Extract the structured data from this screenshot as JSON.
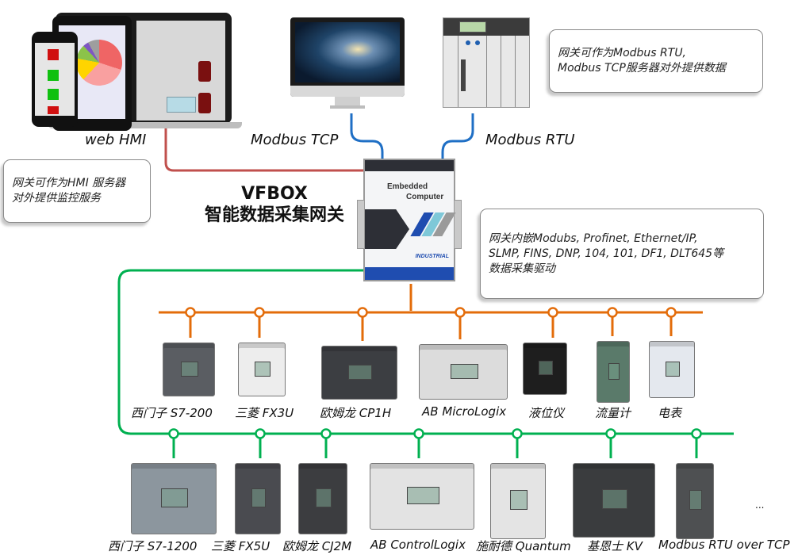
{
  "title": {
    "line1": "VFBOX",
    "line2": "智能数据采集网关"
  },
  "gateway": {
    "label1": "Embedded",
    "label2": "Computer",
    "brand": "INDUSTRIAL"
  },
  "top": {
    "web_hmi_label": "web HMI",
    "modbus_tcp_label": "Modbus TCP",
    "modbus_rtu_label": "Modbus RTU"
  },
  "callouts": {
    "server": [
      "网关可作为Modbus RTU,",
      "Modbus TCP服务器对外提供数据"
    ],
    "hmi": [
      "网关可作为HMI 服务器",
      "对外提供监控服务"
    ],
    "drivers": [
      "网关内嵌Modubs, Profinet, Ethernet/IP,",
      "SLMP, FINS, DNP, 104, 101, DF1, DLT645等",
      "数据采集驱动"
    ]
  },
  "colors": {
    "hmi_line": "#c0504d",
    "modbus_line": "#1f6fc5",
    "serial_bus": "#e36c0a",
    "ethernet_bus": "#00b050"
  },
  "serial_devices": [
    {
      "label": "西门子 S7-200"
    },
    {
      "label": "三菱 FX3U"
    },
    {
      "label": "欧姆龙 CP1H"
    },
    {
      "label": "AB MicroLogix"
    },
    {
      "label": "液位仪"
    },
    {
      "label": "流量计"
    },
    {
      "label": "电表"
    }
  ],
  "ethernet_devices": [
    {
      "label": "西门子 S7-1200"
    },
    {
      "label": "三菱 FX5U"
    },
    {
      "label": "欧姆龙 CJ2M"
    },
    {
      "label": "AB ControlLogix"
    },
    {
      "label": "施耐德 Quantum"
    },
    {
      "label": "基恩士 KV"
    },
    {
      "label": "Modbus RTU over TCP"
    }
  ],
  "more": "..."
}
